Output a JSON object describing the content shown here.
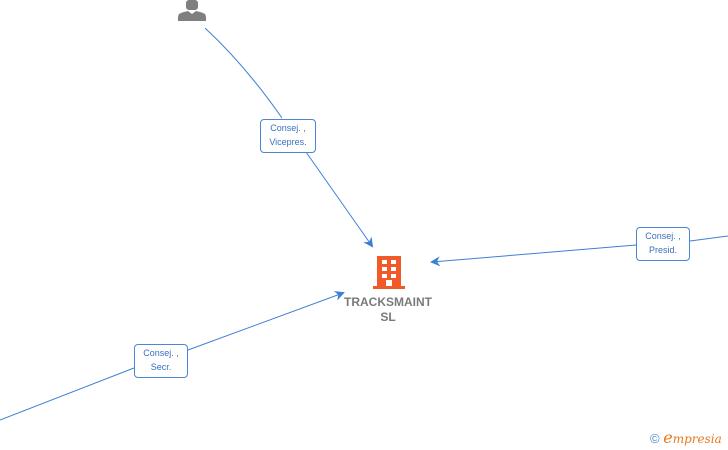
{
  "company": {
    "name_line1": "TRACKSMAINT",
    "name_line2": "SL",
    "icon": "building-icon",
    "color": "#f05a28"
  },
  "relations": [
    {
      "role_line1": "Consej. ,",
      "role_line2": "Vicepres.",
      "from": "person-top"
    },
    {
      "role_line1": "Consej. ,",
      "role_line2": "Presid.",
      "from": "offscreen-right"
    },
    {
      "role_line1": "Consej. ,",
      "role_line2": "Secr.",
      "from": "offscreen-bottom-left"
    }
  ],
  "footer": {
    "copyright": "©",
    "brand": "mpresia",
    "brand_initial": "e"
  },
  "colors": {
    "edge": "#3d7fd6",
    "label_border": "#4a86d4",
    "person": "#7f7f7f"
  }
}
